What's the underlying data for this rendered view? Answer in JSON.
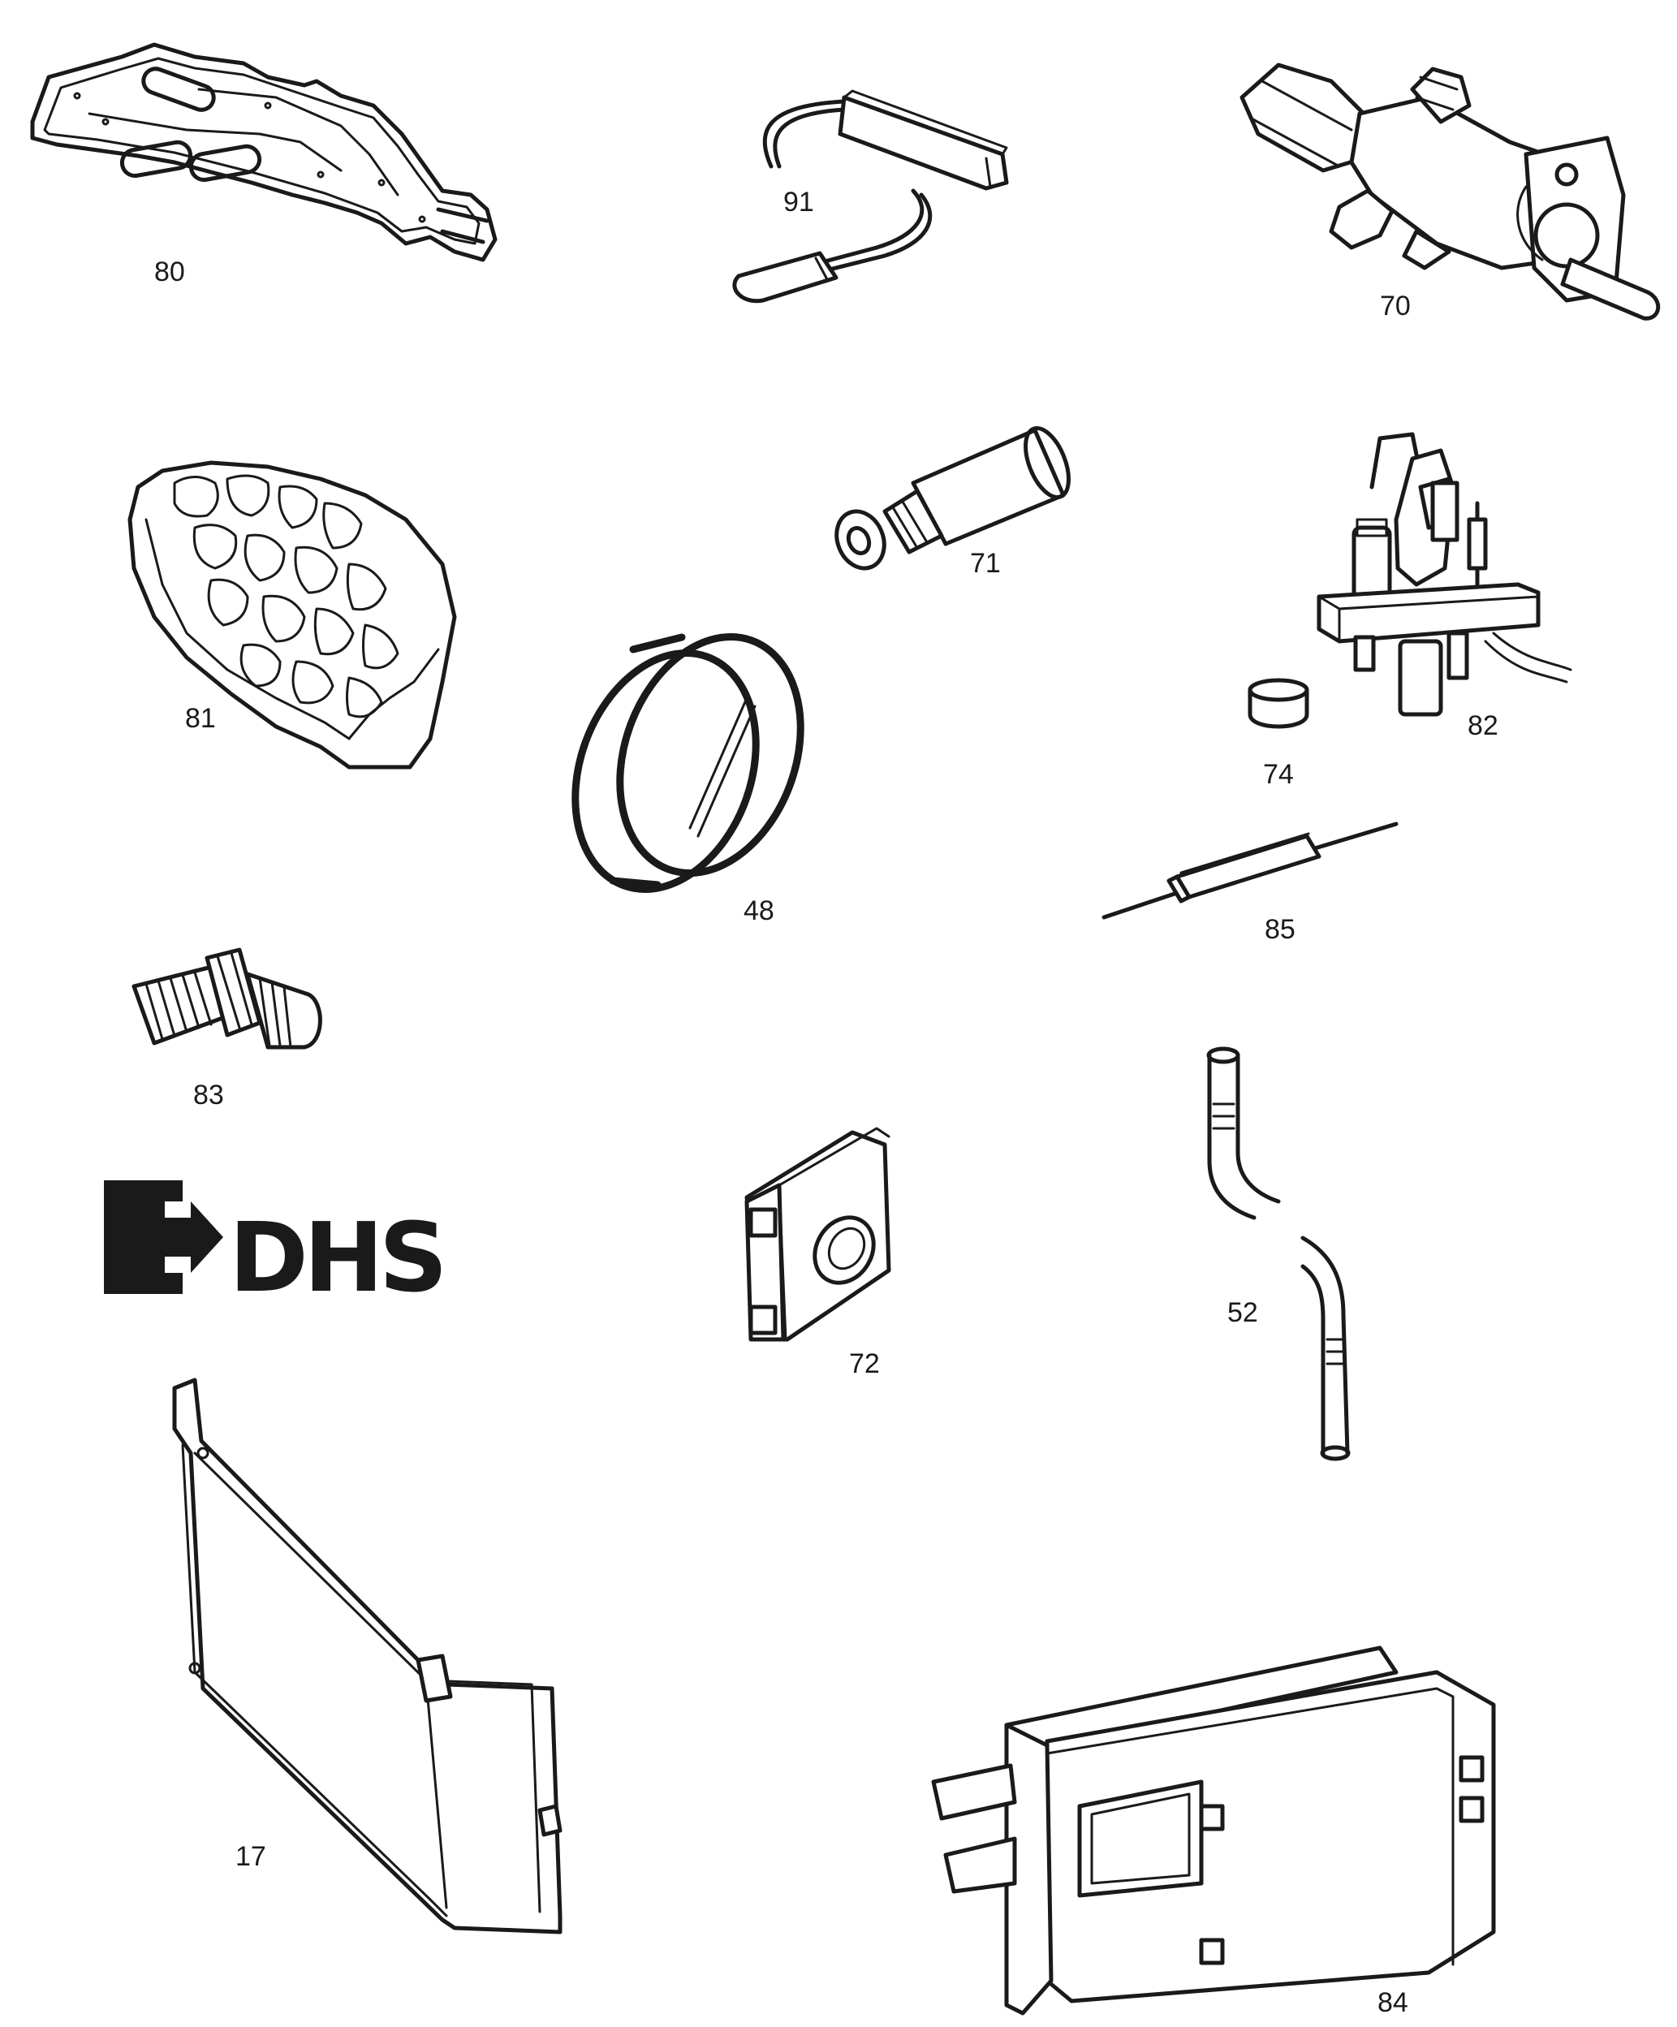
{
  "diagram": {
    "parts": [
      {
        "id": "80",
        "label": "80"
      },
      {
        "id": "91",
        "label": "91"
      },
      {
        "id": "70",
        "label": "70"
      },
      {
        "id": "71",
        "label": "71"
      },
      {
        "id": "81",
        "label": "81"
      },
      {
        "id": "82",
        "label": "82"
      },
      {
        "id": "74",
        "label": "74"
      },
      {
        "id": "48",
        "label": "48"
      },
      {
        "id": "85",
        "label": "85"
      },
      {
        "id": "83",
        "label": "83"
      },
      {
        "id": "52",
        "label": "52"
      },
      {
        "id": "72",
        "label": "72"
      },
      {
        "id": "17",
        "label": "17"
      },
      {
        "id": "84",
        "label": "84"
      }
    ],
    "logo": {
      "text": "DHS"
    }
  },
  "colors": {
    "ink": "#1a1a1a",
    "paper": "#ffffff"
  }
}
